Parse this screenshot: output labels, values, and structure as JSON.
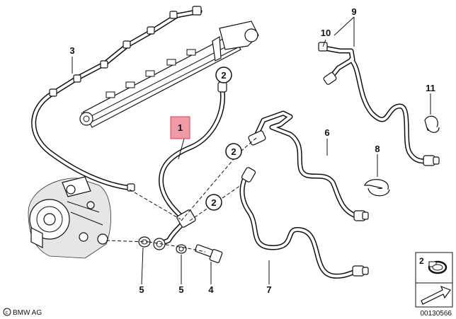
{
  "diagram": {
    "callouts": {
      "c1": "1",
      "c2a": "2",
      "c2b": "2",
      "c2c": "2",
      "c3": "3",
      "c4": "4",
      "c5a": "5",
      "c5b": "5",
      "c6": "6",
      "c7": "7",
      "c8": "8",
      "c9": "9",
      "c10": "10",
      "c11": "11"
    },
    "legend_box": {
      "number": "2"
    },
    "footer": {
      "brand": "BMW AG",
      "code": "00130566"
    },
    "colors": {
      "highlight_fill": "#ef9aa6",
      "highlight_border": "#d9405a",
      "line": "#111111"
    }
  }
}
